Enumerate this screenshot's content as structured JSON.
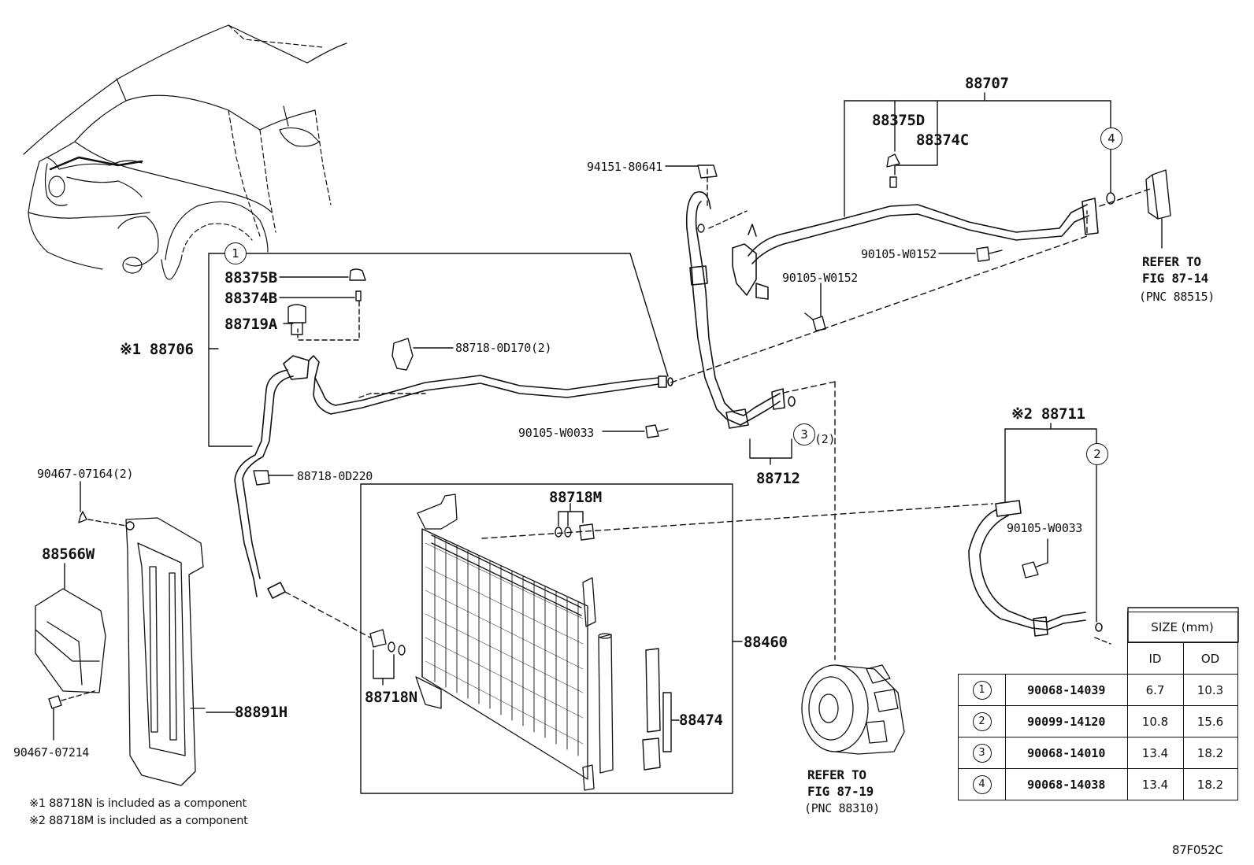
{
  "labels": {
    "p88707": "88707",
    "p88375D": "88375D",
    "p88374C": "88374C",
    "p94151": "94151-80641",
    "p90105_w0152_a": "90105-W0152",
    "p90105_w0152_b": "90105-W0152",
    "refer_87_14": "REFER TO",
    "fig_87_14": "FIG 87-14",
    "pnc_88515": "(PNC 88515)",
    "p88375B": "88375B",
    "p88374B": "88374B",
    "p88719A": "88719A",
    "p88706": "※1 88706",
    "p88718_0D170": "88718-0D170(2)",
    "p90105_w0033_a": "90105-W0033",
    "circle3_qty": "(2)",
    "p88712": "88712",
    "p88711": "※2 88711",
    "p88718_0D220": "88718-0D220",
    "p90467_07164": "90467-07164(2)",
    "p88566W": "88566W",
    "p88718M": "88718M",
    "p90105_w0033_b": "90105-W0033",
    "p88460": "88460",
    "p88718N": "88718N",
    "p88474": "88474",
    "p88891H": "88891H",
    "p90467_07214": "90467-07214",
    "refer_87_19": "REFER TO",
    "fig_87_19": "FIG 87-19",
    "pnc_88310": "(PNC 88310)",
    "note1": "※1 88718N is included as a component",
    "note2": "※2 88718M is included as a component",
    "figure_code": "87F052C"
  },
  "callouts": {
    "c1": "1",
    "c2": "2",
    "c3": "3",
    "c4": "4"
  },
  "size_table": {
    "header": "SIZE (mm)",
    "col_id": "ID",
    "col_od": "OD",
    "rows": [
      {
        "ref": "1",
        "part": "90068-14039",
        "id": "6.7",
        "od": "10.3"
      },
      {
        "ref": "2",
        "part": "90099-14120",
        "id": "10.8",
        "od": "15.6"
      },
      {
        "ref": "3",
        "part": "90068-14010",
        "id": "13.4",
        "od": "18.2"
      },
      {
        "ref": "4",
        "part": "90068-14038",
        "id": "13.4",
        "od": "18.2"
      }
    ]
  }
}
